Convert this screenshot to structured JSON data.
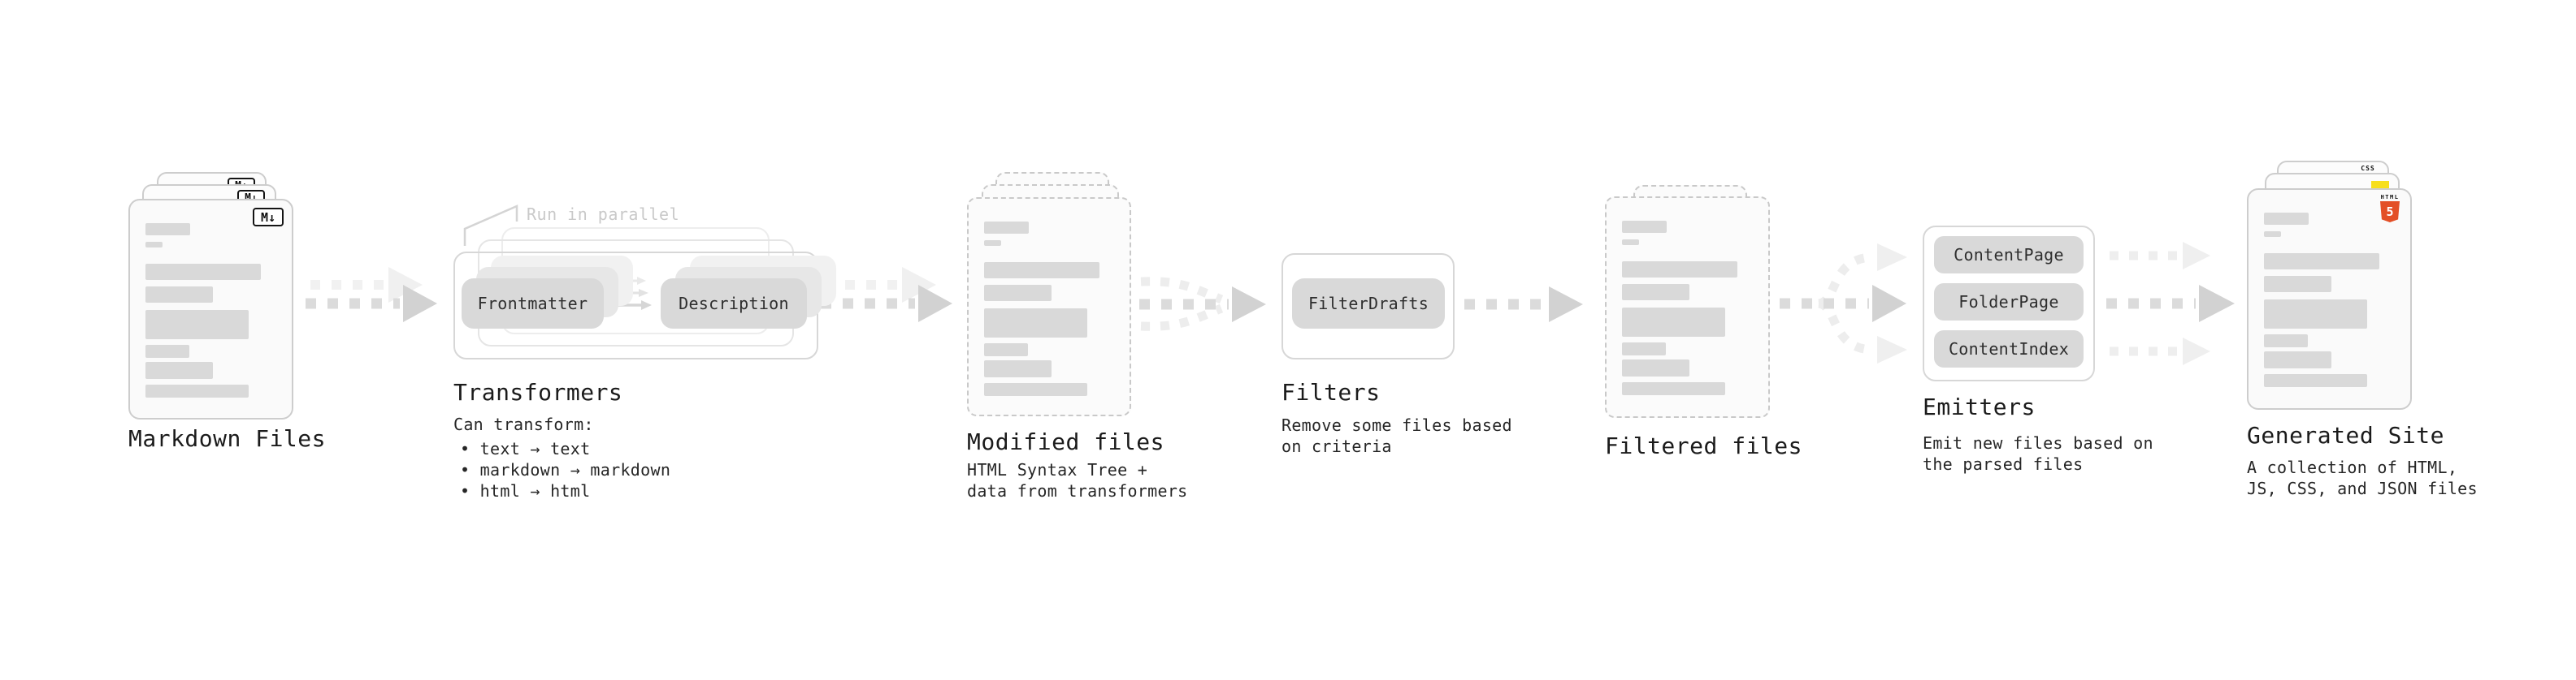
{
  "stages": {
    "markdown_files": {
      "title": "Markdown Files",
      "icon_label": "M↓"
    },
    "transformers": {
      "title": "Transformers",
      "annotation": "Run in parallel",
      "chips": [
        "Frontmatter",
        "Description"
      ],
      "caption_heading": "Can transform:",
      "bullets": [
        "• text → text",
        "• markdown → markdown",
        "• html → html"
      ]
    },
    "modified_files": {
      "title": "Modified files",
      "caption": "HTML Syntax Tree +\ndata from transformers"
    },
    "filters": {
      "title": "Filters",
      "chips": [
        "FilterDrafts"
      ],
      "caption": "Remove some files based\non criteria"
    },
    "filtered_files": {
      "title": "Filtered files"
    },
    "emitters": {
      "title": "Emitters",
      "chips": [
        "ContentPage",
        "FolderPage",
        "ContentIndex"
      ],
      "caption": "Emit new files based on\nthe parsed files"
    },
    "generated_site": {
      "title": "Generated Site",
      "caption": "A collection of HTML,\nJS, CSS, and JSON files",
      "badges": {
        "css_label": "CSS",
        "html_label": "HTML",
        "html_number": "5"
      }
    }
  },
  "colors": {
    "html5_orange": "#e34f26",
    "js_yellow": "#f7df1e",
    "css_blue": "#2965f1",
    "chip_gray": "#d9d9d9",
    "arrow_dash_gray": "#dbdbdb",
    "arrow_head_gray": "#d2d2d2",
    "ghost_arrow_gray": "#f0f0f0",
    "annotation_gray": "#c9c9c9",
    "sheet_border_gray": "#cdcdcd"
  }
}
